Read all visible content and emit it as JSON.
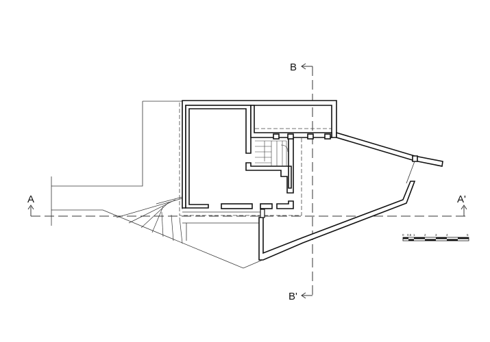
{
  "section_labels": {
    "a": "A",
    "a_prime": "A'",
    "b": "B",
    "b_prime": "B'"
  },
  "scale_bar": {
    "ticks": [
      "0",
      "0.5",
      "1",
      "2",
      "3",
      "4",
      "5"
    ]
  },
  "colors": {
    "line": "#111111",
    "background": "#ffffff"
  }
}
